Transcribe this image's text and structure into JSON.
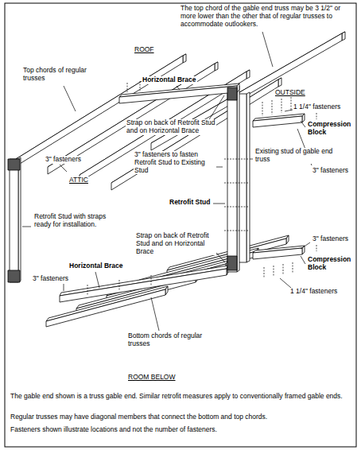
{
  "diagram": {
    "labels": [
      "The top chord of the gable end truss may be 3 1/2\" or more lower than the other that of regular trusses to accommodate outlookers.",
      "ROOF",
      "Top chords of regular trusses",
      "Horizontal Brace",
      "OUTSIDE",
      "1 1/4\" fasteners",
      "Compression Block",
      "Strap on back of Retrofit Stud and on Horizontal Brace",
      "3\" fasteners",
      "3\" fasteners to fasten Retrofit Stud to Existing Stud",
      "Existing stud of gable end truss",
      "3\" fasteners",
      "ATTIC",
      "Retrofit Stud",
      "Retrofit Stud with straps ready for installation.",
      "3\" fasteners",
      "Strap on back of Retrofit Stud and on Horizontal Brace",
      "Compression Block",
      "Horizontal Brace",
      "3\" fasteners",
      "1 1/4\" fasteners",
      "Bottom chords of regular trusses",
      "ROOM BELOW",
      "The gable end shown is a truss gable end. Similar retrofit measures apply to conventionally framed gable ends.",
      "Regular trusses may have diagonal members that connect the bottom and top chords.",
      "Fasteners shown illustrate locations and not the number of fasteners."
    ]
  }
}
